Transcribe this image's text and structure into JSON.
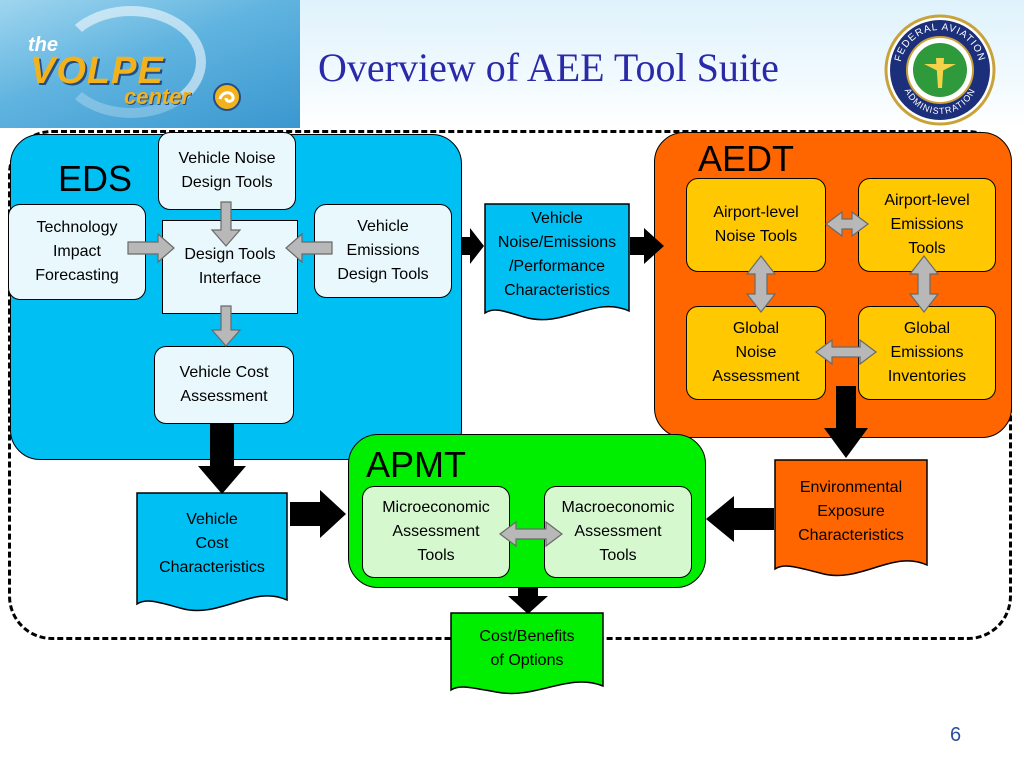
{
  "title": "Overview of AEE Tool Suite",
  "logo": {
    "the": "the",
    "volpe": "VOLPE",
    "center": "center"
  },
  "seal": {
    "top_text": "FEDERAL AVIATION",
    "bottom_text": "ADMINISTRATION"
  },
  "eds": {
    "title": "EDS",
    "vehicle_noise_design_tools": "Vehicle Noise\nDesign Tools",
    "technology_impact_forecasting": "Technology\nImpact\nForecasting",
    "design_tools_interface": "Design Tools\nInterface",
    "vehicle_emissions_design_tools": "Vehicle\nEmissions\nDesign Tools",
    "vehicle_cost_assessment": "Vehicle Cost\nAssessment"
  },
  "aedt": {
    "title": "AEDT",
    "airport_level_noise_tools": "Airport-level\nNoise Tools",
    "airport_level_emissions_tools": "Airport-level\nEmissions\nTools",
    "global_noise_assessment": "Global\nNoise\nAssessment",
    "global_emissions_inventories": "Global\nEmissions\nInventories"
  },
  "apmt": {
    "title": "APMT",
    "microeconomic_assessment_tools": "Microeconomic\nAssessment\nTools",
    "macroeconomic_assessment_tools": "Macroeconomic\nAssessment\nTools"
  },
  "documents": {
    "vehicle_noise_emissions_performance": "Vehicle\nNoise/Emissions\n/Performance\nCharacteristics",
    "vehicle_cost_characteristics": "Vehicle\nCost\nCharacteristics",
    "environmental_exposure_characteristics": "Environmental\nExposure\nCharacteristics",
    "cost_benefits_of_options": "Cost/Benefits\nof Options"
  },
  "page_number": "6",
  "colors": {
    "eds": "#00bff3",
    "aedt": "#ff6600",
    "apmt": "#00ee00",
    "yellow_box": "#ffc800",
    "light_box": "#e8f8fd",
    "green_box": "#d6f8cf",
    "title": "#2a2aa8",
    "gray_arrow": "#b8b8b8"
  }
}
